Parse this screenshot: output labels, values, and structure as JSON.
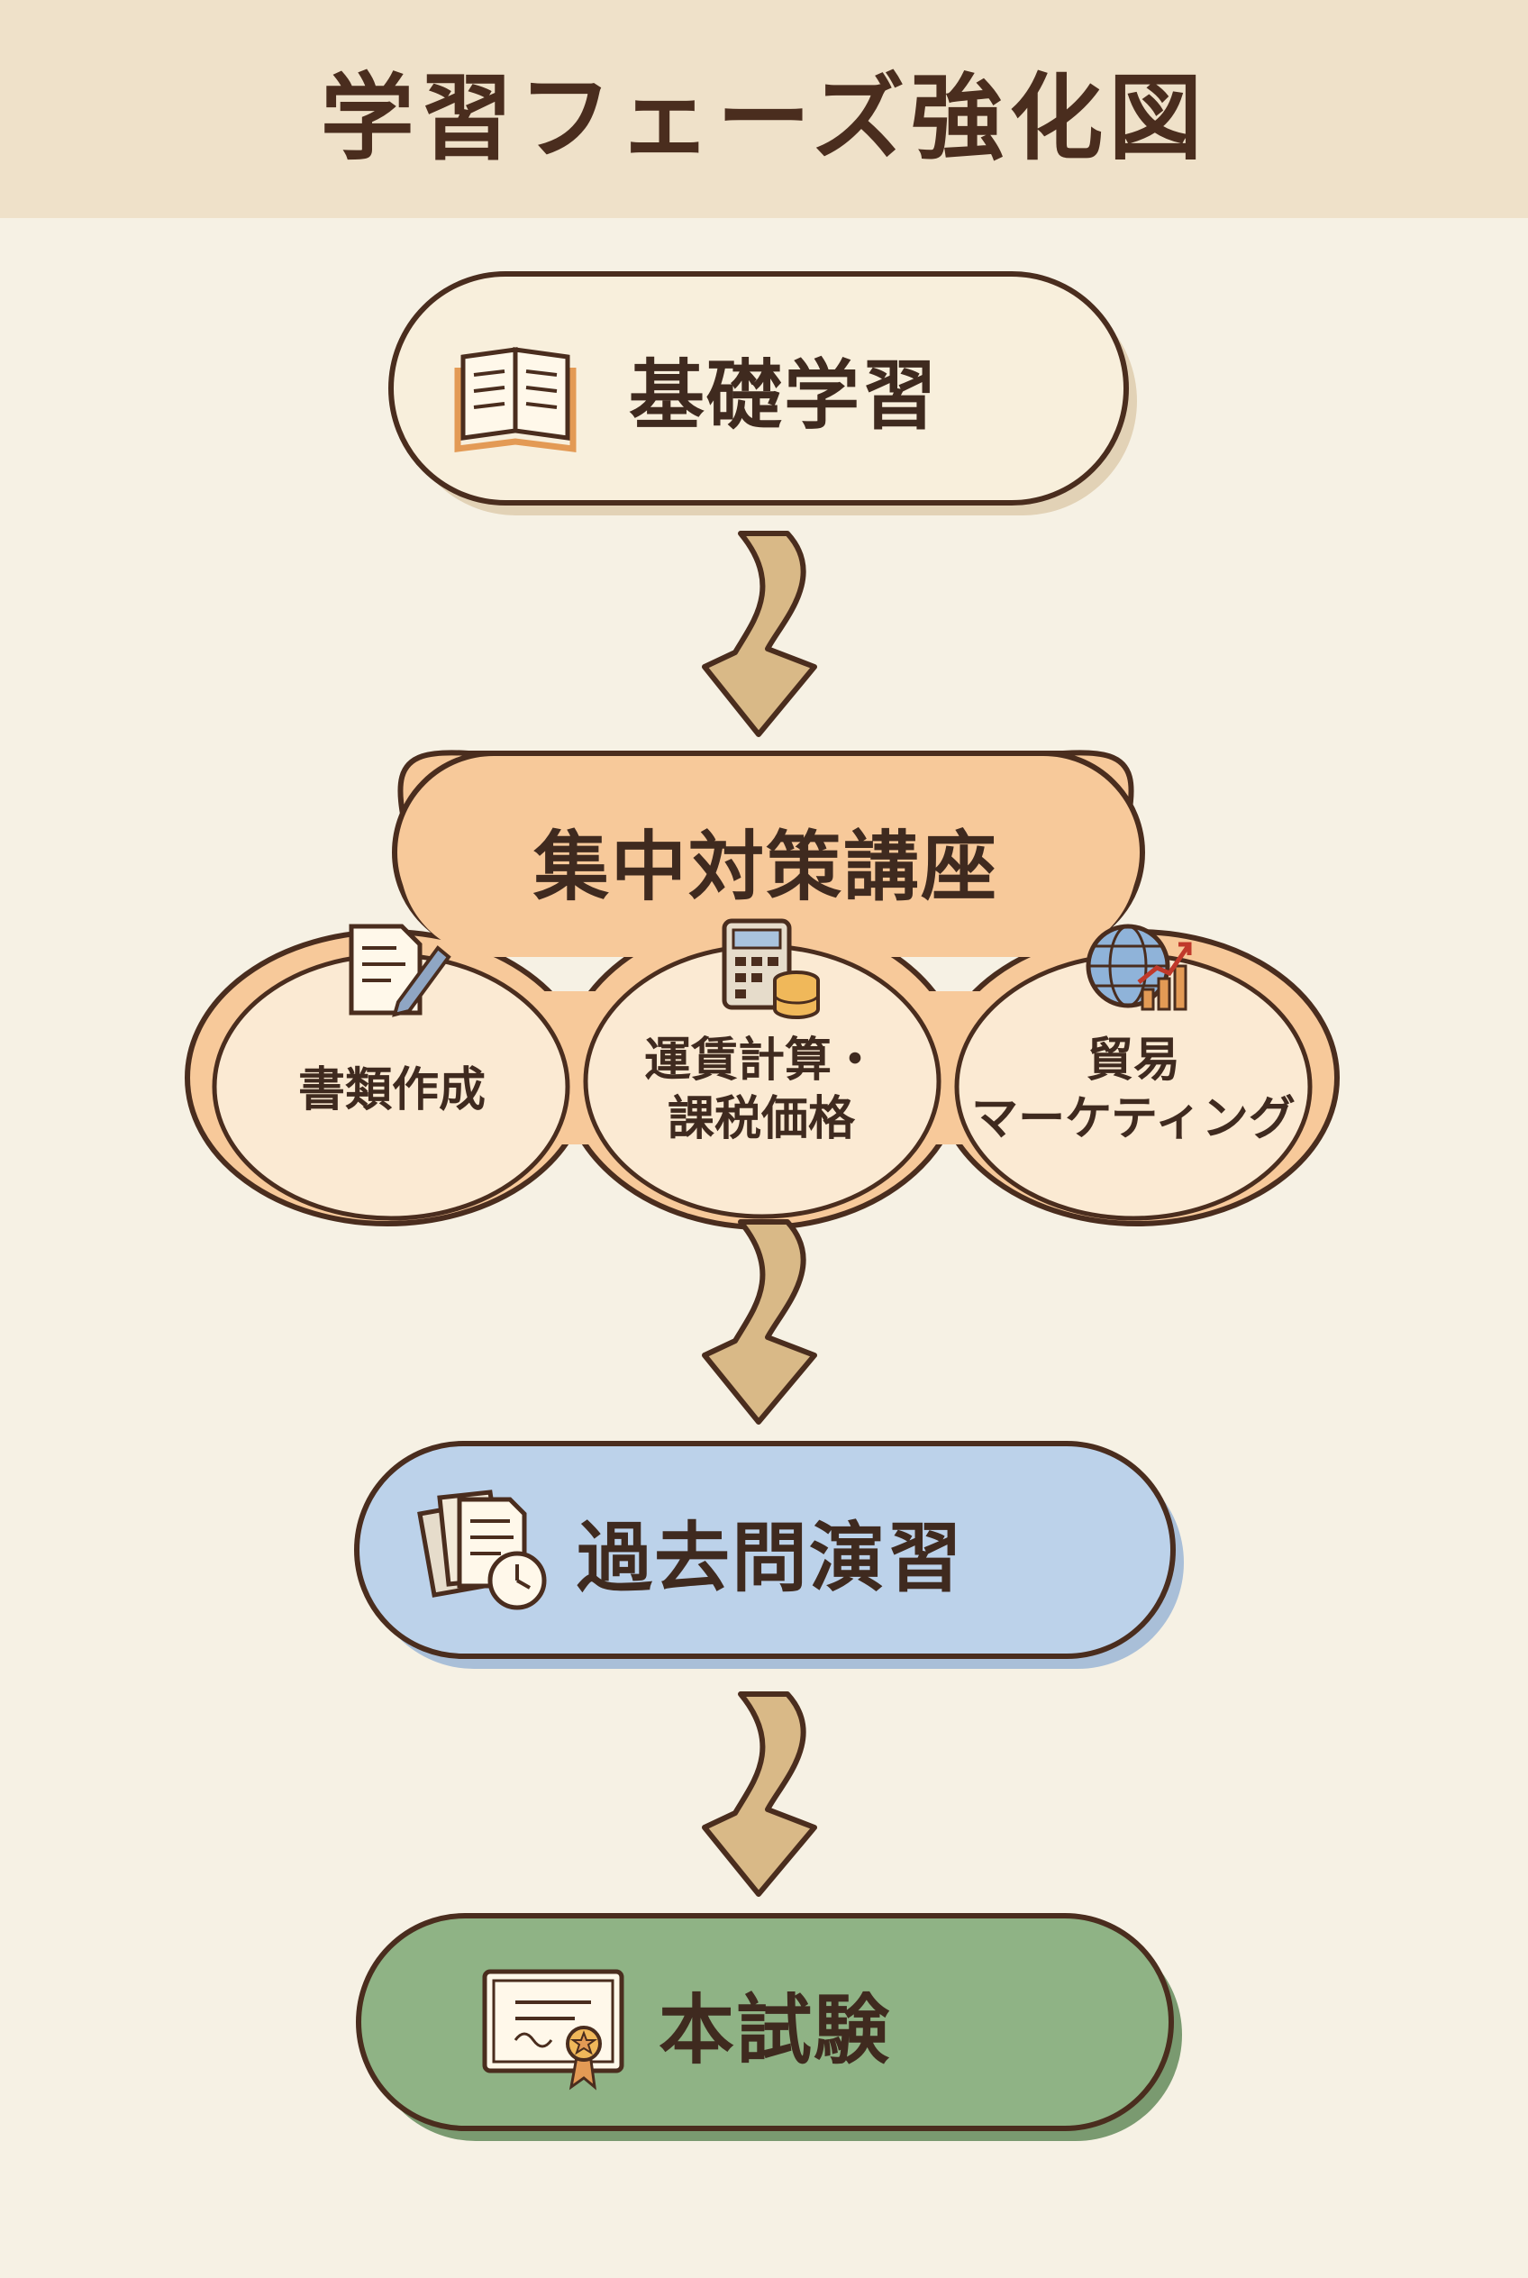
{
  "title": "学習フェーズ強化図",
  "stages": [
    {
      "label": "基礎学習",
      "icon": "open-book-icon"
    },
    {
      "label": "集中対策講座",
      "sub_topics": [
        {
          "line1": "書類作成",
          "line2": "",
          "icon": "document-pen-icon"
        },
        {
          "line1": "運賃計算・",
          "line2": "課税価格",
          "icon": "calculator-coins-icon"
        },
        {
          "line1": "貿易",
          "line2": "マーケティング",
          "icon": "globe-chart-icon"
        }
      ]
    },
    {
      "label": "過去問演習",
      "icon": "papers-clock-icon"
    },
    {
      "label": "本試験",
      "icon": "certificate-icon"
    }
  ],
  "colors": {
    "header_bg": "#efe1c9",
    "background": "#f6f1e4",
    "outline": "#4a2d1e",
    "stage1_fill": "#f8efdc",
    "stage2_fill": "#f7c99a",
    "sub_fill": "#fbead3",
    "stage3_fill": "#bcd2ea",
    "stage4_fill": "#8fb385",
    "arrow_fill": "#d9b987"
  }
}
